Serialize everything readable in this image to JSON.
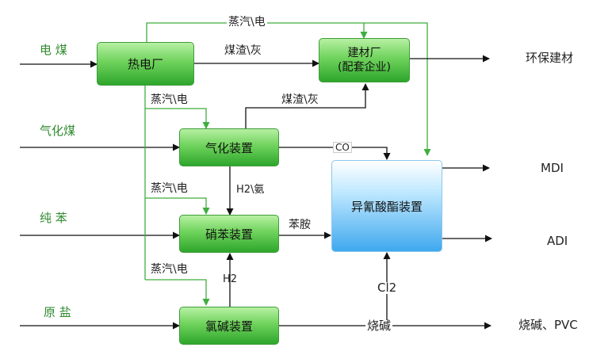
{
  "inputs": {
    "power_coal": "电 煤",
    "gas_coal": "气化煤",
    "benzene": "纯 苯",
    "salt": "原 盐"
  },
  "units": {
    "thermal_plant": "热电厂",
    "building_plant_line1": "建材厂",
    "building_plant_line2": "(配套企业)",
    "gasifier": "气化装置",
    "nitration": "硝苯装置",
    "chlor_alkali": "氯碱装置",
    "isocyanate": "异氰酸酯装置"
  },
  "flows": {
    "steam_power_top": "蒸汽\\电",
    "slag_ash_top": "煤渣\\灰",
    "steam_power_gas": "蒸汽\\电",
    "slag_ash_mid": "煤渣\\灰",
    "co": "CO",
    "h2_ammonia": "H2\\氨",
    "steam_power_nitro": "蒸汽\\电",
    "aniline": "苯胺",
    "steam_power_chlor": "蒸汽\\电",
    "h2": "H2",
    "cl2": "Cl2",
    "caustic": "烧碱"
  },
  "outputs": {
    "eco_materials": "环保建材",
    "mdi": "MDI",
    "adi": "ADI",
    "caustic_pvc": "烧碱、PVC"
  },
  "colors": {
    "green_line": "#3fae3f",
    "black_line": "#111111",
    "green_box": "#4cc046",
    "blue_box": "#3fa8ee",
    "input_label": "#2f8a2f"
  }
}
